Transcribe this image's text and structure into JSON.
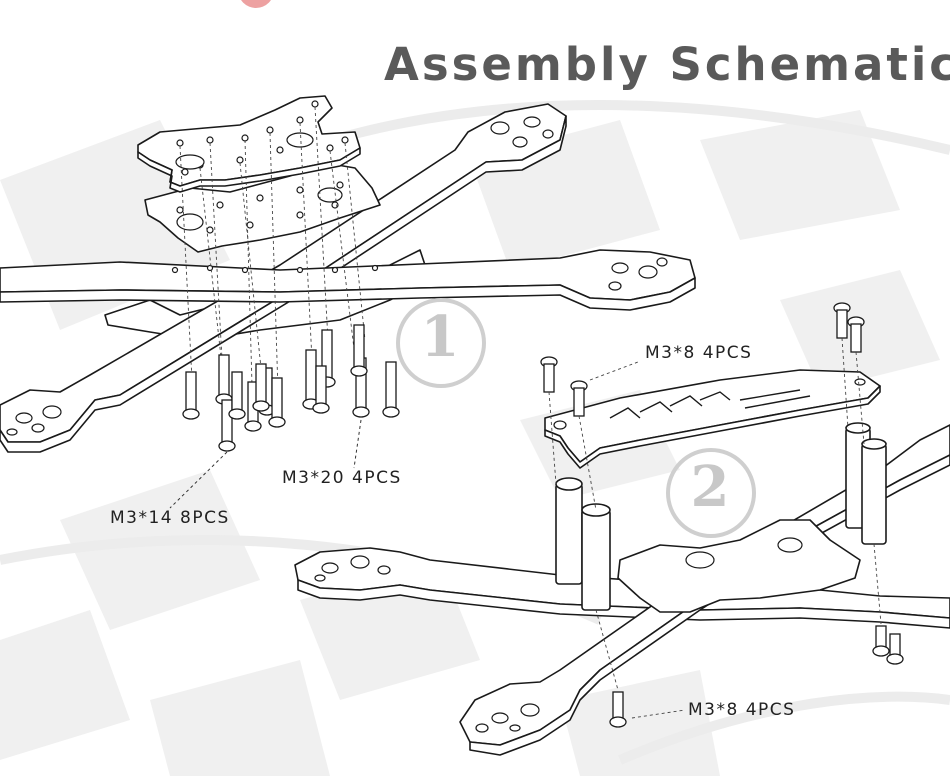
{
  "title": "Assembly Schematic",
  "steps": [
    "1",
    "2"
  ],
  "callouts": {
    "m3x14": "M3*14 8PCS",
    "m3x20": "M3*20 4PCS",
    "m3x8_top": "M3*8 4PCS",
    "m3x8_bottom": "M3*8 4PCS"
  },
  "colors": {
    "title": "#5a5a5a",
    "outline": "#1a1a1a",
    "step_badge": "#c8c8c8",
    "background_pattern": "#eeeeee"
  }
}
